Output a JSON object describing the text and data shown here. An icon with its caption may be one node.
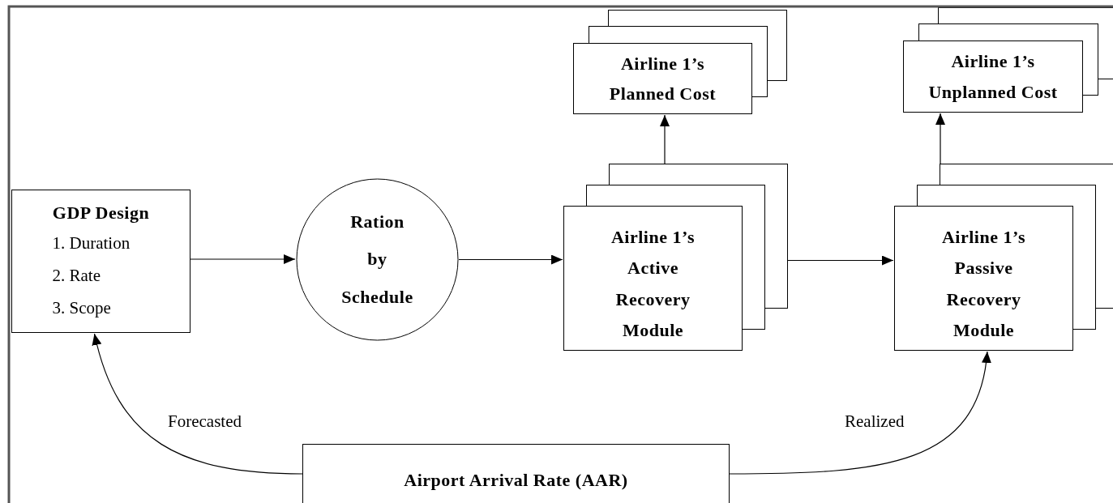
{
  "diagram": {
    "nodes": [
      {
        "text": [
          "GDP Design",
          "1. Duration",
          "2. Rate",
          "3. Scope"
        ]
      },
      {
        "text": [
          "Ration by Schedule"
        ]
      },
      {
        "text": [
          "Airline 1’s Active Recovery Module"
        ]
      },
      {
        "text": [
          "Airline 1’s Planned Cost"
        ]
      },
      {
        "text": [
          "Airline 1’s Passive Recovery Module"
        ]
      },
      {
        "text": [
          "Airline 1’s Unplanned Cost"
        ]
      },
      {
        "text": [
          "Airport Arrival Rate (AAR)"
        ]
      }
    ],
    "edges": [
      {
        "from": 0,
        "to": 1,
        "arrow": "to"
      },
      {
        "from": 1,
        "to": 2,
        "arrow": "to"
      },
      {
        "from": 2,
        "to": 4,
        "arrow": "to"
      },
      {
        "from": 2,
        "to": 3,
        "arrow": "to"
      },
      {
        "from": 4,
        "to": 5,
        "arrow": "to"
      },
      {
        "from": 6,
        "to": 0,
        "arrow": "to",
        "label": "Forecasted"
      },
      {
        "from": 6,
        "to": 4,
        "arrow": "to",
        "label": "Realized"
      }
    ]
  }
}
